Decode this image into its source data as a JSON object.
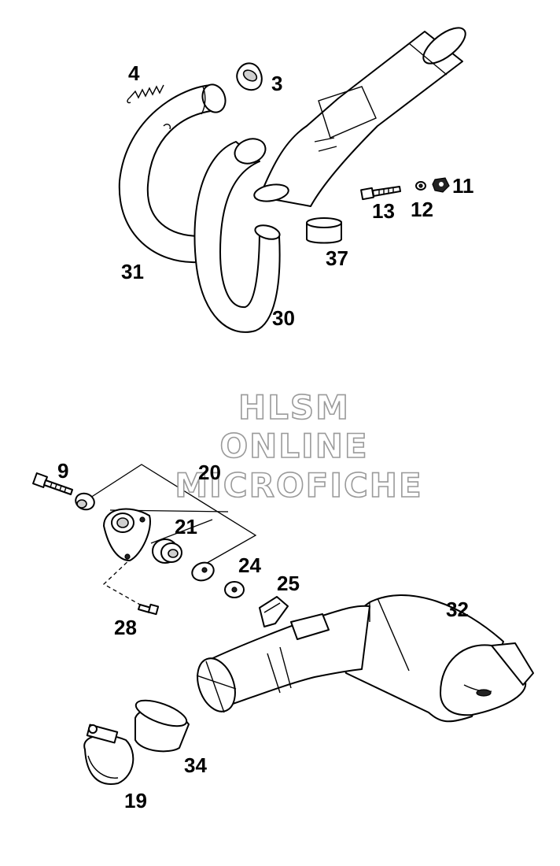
{
  "watermark": {
    "line1": "HLSM",
    "line2": "ONLINE",
    "line3": "MICROFICHE"
  },
  "callouts": {
    "p3": "3",
    "p4": "4",
    "p9": "9",
    "p11": "11",
    "p12": "12",
    "p13": "13",
    "p19": "19",
    "p20": "20",
    "p21": "21",
    "p24": "24",
    "p25": "25",
    "p28": "28",
    "p30": "30",
    "p31": "31",
    "p32": "32",
    "p34": "34",
    "p37": "37"
  }
}
